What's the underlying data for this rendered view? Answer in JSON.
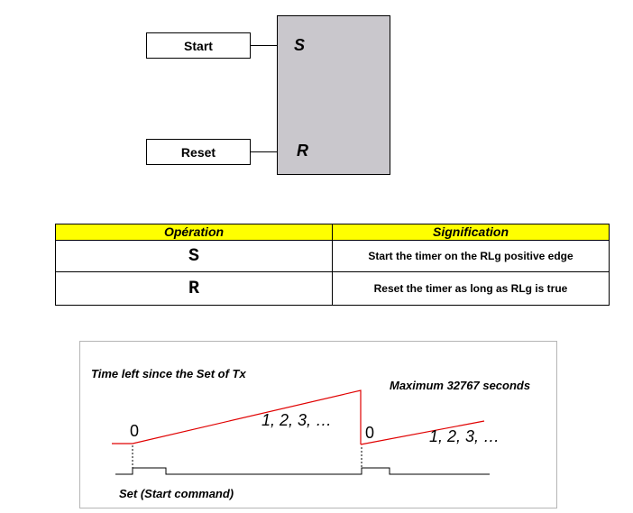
{
  "block": {
    "input_start": "Start",
    "input_reset": "Reset",
    "pin_s": "S",
    "pin_r": "R",
    "fill_color": "#c9c7cc"
  },
  "table": {
    "headers": [
      "Opération",
      "Signification"
    ],
    "rows": [
      {
        "op": "S",
        "meaning": "Start the timer on the RLg positive edge"
      },
      {
        "op": "R",
        "meaning": "Reset the timer as long as RLg is true"
      }
    ],
    "header_color": "#ffff00"
  },
  "timing": {
    "title": "Time left since the Set of Tx",
    "max_label": "Maximum 32767 seconds",
    "zero_1": "0",
    "zero_2": "0",
    "seq_1": "1, 2, 3, …",
    "seq_2": "1, 2, 3, …",
    "set_label": "Set (Start command)",
    "ramp_color": "#e00000"
  }
}
